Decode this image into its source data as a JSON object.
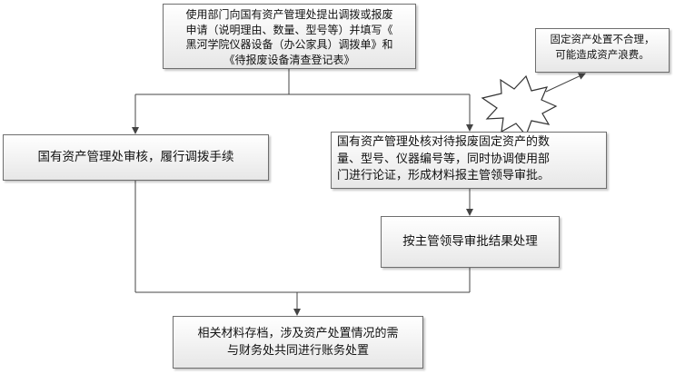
{
  "diagram": {
    "boxes": {
      "apply": "使用部门向国有资产管理处提出调拨或报废\n申请（说明理由、数量、型号等）并填写《\n黑河学院仪器设备（办公家具）调拨单》和\n《待报废设备清查登记表》",
      "allocate": "国有资产管理处审核，履行调拨手续",
      "scrap_review": "国有资产管理处核对待报废固定资产的数\n量、型号、仪器编号等，同时协调使用部\n门进行论证，形成材料报主管领导审批。",
      "leader_result": "按主管领导审批结果处理",
      "archive": "相关材料存档，涉及资产处置情况的需\n与财务处共同进行账务处置",
      "callout": "固定资产处置不合理，\n可能造成资产浪费。"
    },
    "colors": {
      "line": "#444444",
      "box_border": "#6e6e6e",
      "box_fill_top": "#ffffff",
      "box_fill_bottom": "#e7e7e7"
    }
  }
}
